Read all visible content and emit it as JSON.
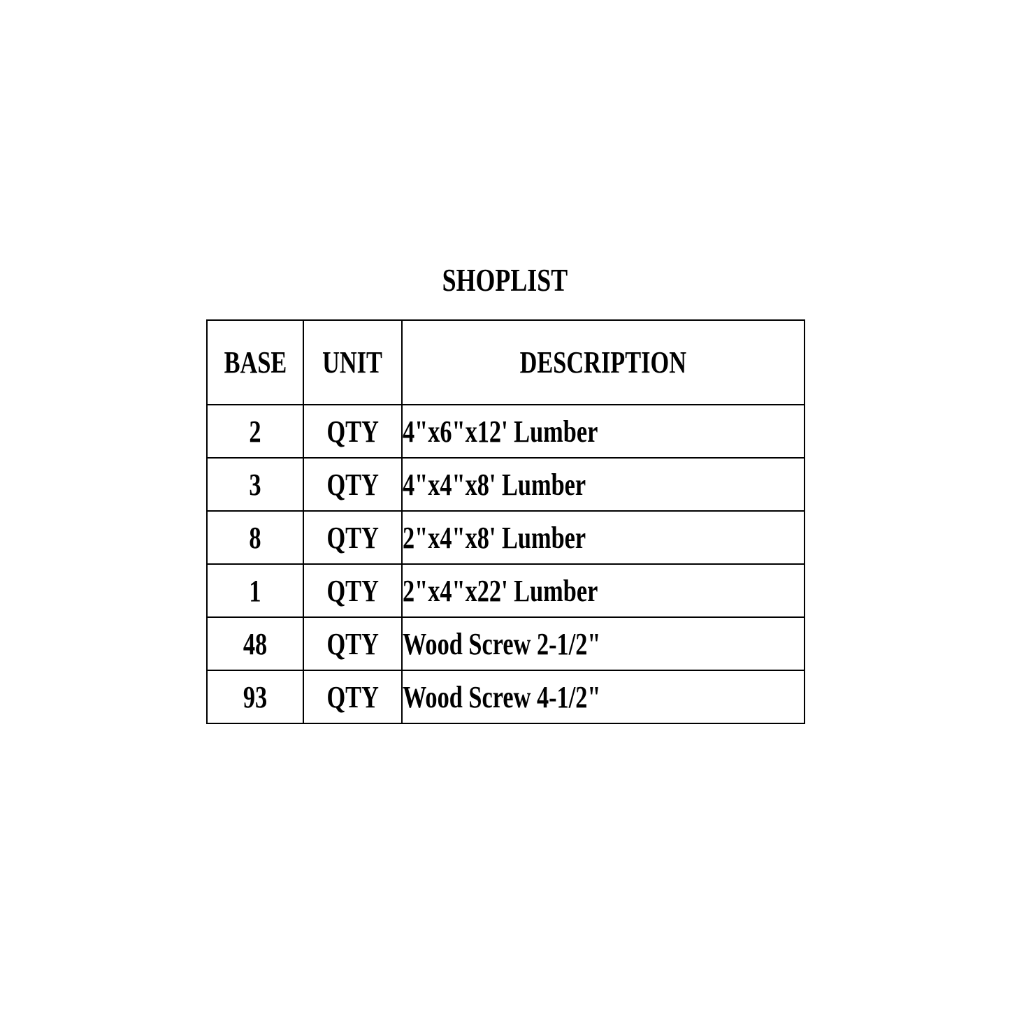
{
  "title": "SHOPLIST",
  "table": {
    "headers": [
      "BASE",
      "UNIT",
      "DESCRIPTION"
    ],
    "rows": [
      {
        "base": "2",
        "unit": "QTY",
        "description": "4\"x6\"x12' Lumber"
      },
      {
        "base": "3",
        "unit": "QTY",
        "description": "4\"x4\"x8' Lumber"
      },
      {
        "base": "8",
        "unit": "QTY",
        "description": "2\"x4\"x8' Lumber"
      },
      {
        "base": "1",
        "unit": "QTY",
        "description": "2\"x4\"x22' Lumber"
      },
      {
        "base": "48",
        "unit": "QTY",
        "description": "Wood Screw 2-1/2\""
      },
      {
        "base": "93",
        "unit": "QTY",
        "description": "Wood Screw 4-1/2\""
      }
    ]
  }
}
